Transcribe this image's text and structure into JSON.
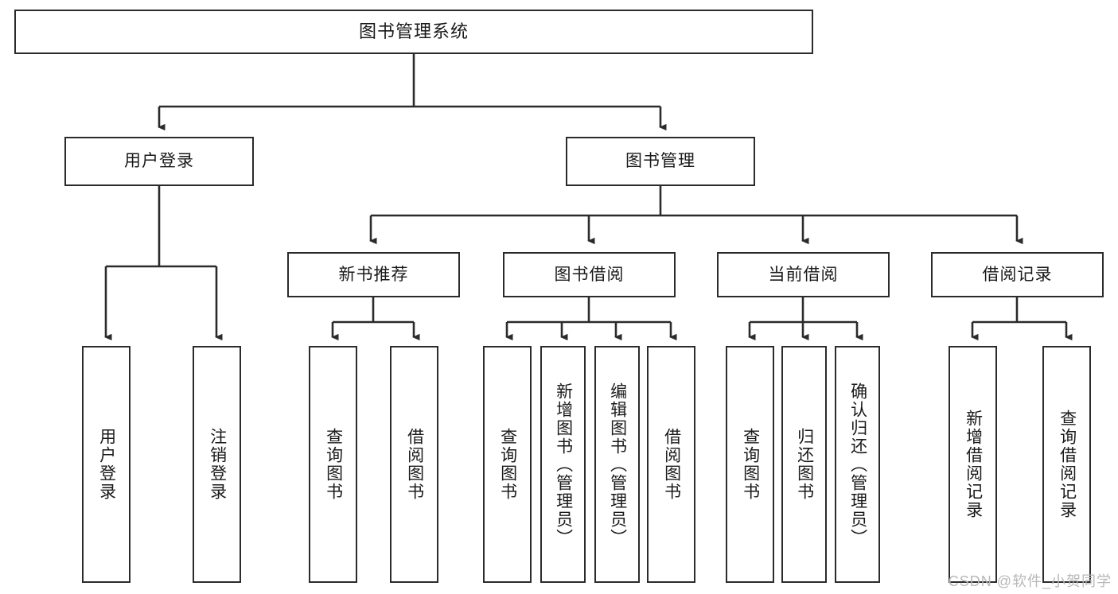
{
  "diagram": {
    "title": "图书管理系统",
    "type": "tree-hierarchy-chart",
    "watermark": "CSDN @软件_小贺同学",
    "colors": {
      "stroke": "#2b2b2b",
      "fill": "#ffffff",
      "text": "#1a1a1a",
      "watermark": "#b8b8b8"
    },
    "nodes": {
      "root": {
        "label": "图书管理系统"
      },
      "level2": [
        {
          "id": "user-login",
          "label": "用户登录"
        },
        {
          "id": "book-manage",
          "label": "图书管理"
        }
      ],
      "level3": [
        {
          "id": "new-book-rec",
          "label": "新书推荐"
        },
        {
          "id": "book-borrow",
          "label": "图书借阅"
        },
        {
          "id": "current-borrow",
          "label": "当前借阅"
        },
        {
          "id": "borrow-record",
          "label": "借阅记录"
        }
      ],
      "leaves": [
        {
          "id": "leaf-user-login",
          "label": "用户登录",
          "parent": "user-login"
        },
        {
          "id": "leaf-logout",
          "label": "注销登录",
          "parent": "user-login"
        },
        {
          "id": "leaf-query-book-1",
          "label": "查询图书",
          "parent": "new-book-rec"
        },
        {
          "id": "leaf-borrow-book-1",
          "label": "借阅图书",
          "parent": "new-book-rec"
        },
        {
          "id": "leaf-query-book-2",
          "label": "查询图书",
          "parent": "book-borrow"
        },
        {
          "id": "leaf-add-book",
          "label": "新增图书（管理员）",
          "parent": "book-borrow"
        },
        {
          "id": "leaf-edit-book",
          "label": "编辑图书（管理员）",
          "parent": "book-borrow"
        },
        {
          "id": "leaf-borrow-book-2",
          "label": "借阅图书",
          "parent": "book-borrow"
        },
        {
          "id": "leaf-query-book-3",
          "label": "查询图书",
          "parent": "current-borrow"
        },
        {
          "id": "leaf-return-book",
          "label": "归还图书",
          "parent": "current-borrow"
        },
        {
          "id": "leaf-confirm-return",
          "label": "确认归还（管理员）",
          "parent": "current-borrow"
        },
        {
          "id": "leaf-add-record",
          "label": "新增借阅记录",
          "parent": "borrow-record"
        },
        {
          "id": "leaf-query-record",
          "label": "查询借阅记录",
          "parent": "borrow-record"
        }
      ]
    }
  }
}
